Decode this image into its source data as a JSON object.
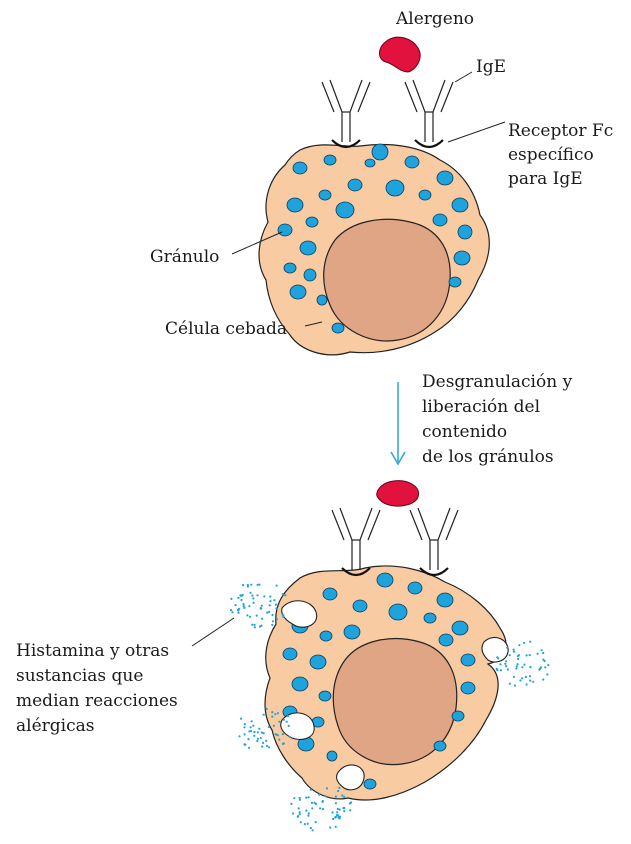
{
  "labels": {
    "allergen": "Alergeno",
    "ige": "IgE",
    "receptor_line1": "Receptor Fc",
    "receptor_line2": "específico",
    "receptor_line3": "para IgE",
    "granule": "Gránulo",
    "mast_cell": "Célula cebada",
    "process_line1": "Desgranulación y",
    "process_line2": "liberación del",
    "process_line3": "contenido",
    "process_line4": "de los gránulos",
    "release_line1": "Histamina y otras",
    "release_line2": "sustancias que",
    "release_line3": "median reacciones",
    "release_line4": "alérgicas"
  },
  "colors": {
    "cytoplasm": "#f8cba2",
    "nucleus": "#dfa584",
    "granule": "#1ea3dc",
    "allergen": "#e1123e",
    "arrow": "#3aa8d8",
    "outline": "#222222"
  }
}
